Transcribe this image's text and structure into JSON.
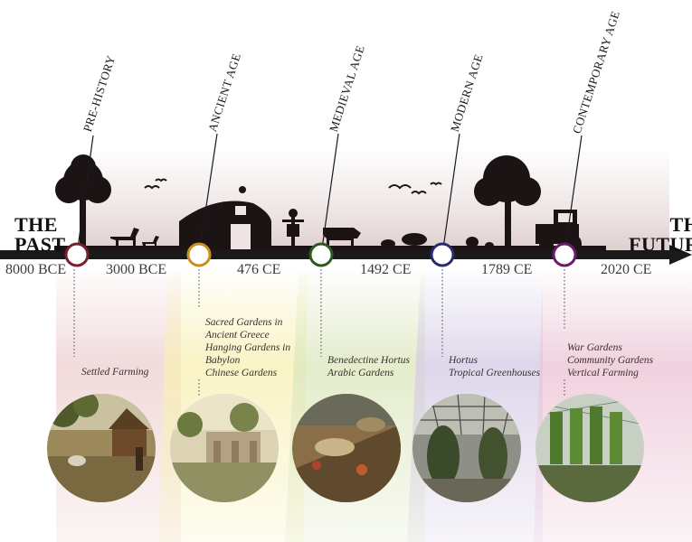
{
  "colors": {
    "timeline": "#1a1a1a",
    "milestone_rings": [
      "#7a1f2a",
      "#c8901c",
      "#2f5a1f",
      "#2c2a6e",
      "#6a1a6a"
    ],
    "band_tints": [
      "#e7bdbf",
      "#f8f0b6",
      "#dde8bf",
      "#d6cde6",
      "#ecc6d6"
    ]
  },
  "ends": {
    "start": [
      "THE",
      "PAST"
    ],
    "end": [
      "THE",
      "FUTURE"
    ]
  },
  "eras": [
    "PRE-HISTORY",
    "ANCIENT AGE",
    "MEDIEVAL AGE",
    "MODERN AGE",
    "CONTEMPORARY AGE"
  ],
  "dates": [
    "8000 BCE",
    "3000 BCE",
    "476 CE",
    "1492 CE",
    "1789 CE",
    "2020 CE"
  ],
  "notes": [
    [
      "Settled Farming"
    ],
    [
      "Sacred Gardens in",
      "Ancient Greece",
      "Hanging Gardens in",
      "Babylon",
      "Chinese Gardens"
    ],
    [
      "Benedectine Hortus",
      "Arabic Gardens"
    ],
    [
      "Hortus",
      "Tropical Greenhouses"
    ],
    [
      "War Gardens",
      "Community Gardens",
      "Vertical Farming"
    ]
  ],
  "photos": [
    {
      "icon": "settled-farming-photo"
    },
    {
      "icon": "hanging-gardens-photo"
    },
    {
      "icon": "medieval-garden-photo"
    },
    {
      "icon": "greenhouse-photo"
    },
    {
      "icon": "vertical-farm-photo"
    }
  ]
}
